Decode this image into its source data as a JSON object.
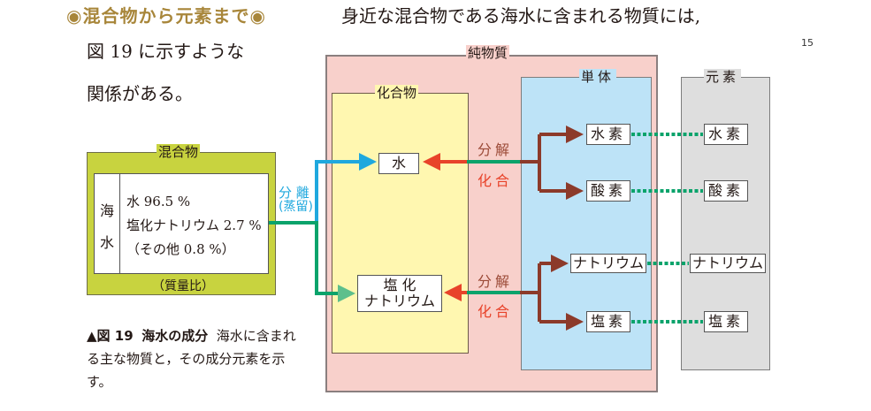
{
  "heading": "◉混合物から元素まで◉",
  "body_text": {
    "line1": "身近な混合物である海水に含まれる物質には,",
    "line2": "図 19 に示すような",
    "line3": "関係がある。"
  },
  "page_number": "15",
  "diagram": {
    "pure_substance_label": "純物質",
    "compound_label": "化合物",
    "simple_substance_label": "単体",
    "element_label": "元素",
    "mixture_label": "混合物",
    "seawater_label_1": "海",
    "seawater_label_2": "水",
    "composition": [
      "水 96.5 %",
      "塩化ナトリウム 2.7 %",
      "（その他 0.8 %）"
    ],
    "ratio_note": "（質量比）",
    "separation_label": "分 離",
    "separation_method": "(蒸留)",
    "compounds": {
      "water": "水",
      "nacl_line1": "塩 化",
      "nacl_line2": "ナトリウム"
    },
    "reactions": {
      "upper_decomposition": "分解",
      "upper_synthesis": "化合",
      "lower_decomposition": "分解",
      "lower_synthesis": "化合"
    },
    "simple_substances": [
      "水素",
      "酸素",
      "ナトリウム",
      "塩素"
    ],
    "elements": [
      "水素",
      "酸素",
      "ナトリウム",
      "塩素"
    ]
  },
  "caption": {
    "figure_label": "▲図 19",
    "figure_title": "海水の成分",
    "text": "海水に含まれる主な物質と，その成分元素を示す。"
  },
  "colors": {
    "heading": "#a8863a",
    "pure_bg": "#f8d0cb",
    "compound_bg": "#fff7b0",
    "simple_bg": "#bde3f7",
    "element_bg": "#dedede",
    "mixture_bg": "#c8d33f",
    "separation_arrow": "#1fa8de",
    "mixture_line": "#0aa36b",
    "decomposition_arrow": "#8c3a2a",
    "synthesis_arrow": "#e8432a",
    "element_link": "#0aa36b"
  }
}
